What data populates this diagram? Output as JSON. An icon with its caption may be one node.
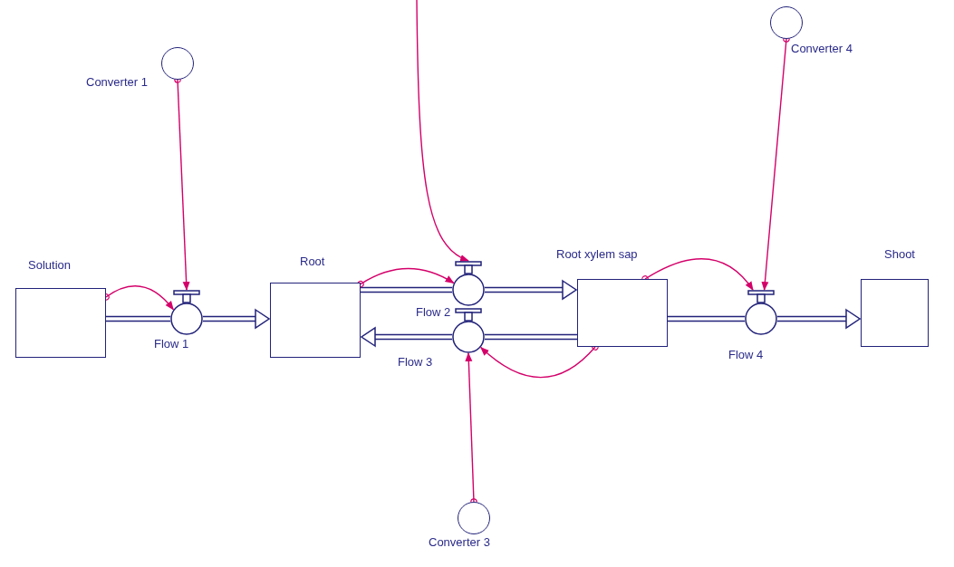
{
  "diagram": {
    "nodes": [
      {
        "text": [
          "Solution"
        ]
      },
      {
        "text": [
          "Root"
        ]
      },
      {
        "text": [
          "Root xylem sap"
        ]
      },
      {
        "text": [
          "Shoot"
        ]
      },
      {
        "text": [
          "Flow 1"
        ]
      },
      {
        "text": [
          "Flow 2"
        ]
      },
      {
        "text": [
          "Flow 3"
        ]
      },
      {
        "text": [
          "Flow 4"
        ]
      },
      {
        "text": [
          "Converter 1"
        ]
      },
      {
        "text": [
          "Converter 3"
        ]
      },
      {
        "text": [
          "Converter 4"
        ]
      }
    ],
    "edges": [
      {
        "from": 0,
        "to": 4,
        "arrow": "none"
      },
      {
        "from": 4,
        "to": 1,
        "arrow": "to"
      },
      {
        "from": 1,
        "to": 5,
        "arrow": "none"
      },
      {
        "from": 5,
        "to": 2,
        "arrow": "to"
      },
      {
        "from": 2,
        "to": 6,
        "arrow": "none"
      },
      {
        "from": 6,
        "to": 1,
        "arrow": "to"
      },
      {
        "from": 2,
        "to": 7,
        "arrow": "none"
      },
      {
        "from": 7,
        "to": 3,
        "arrow": "to"
      },
      {
        "from": 0,
        "to": 4,
        "arrow": "to",
        "color": "#d4006a"
      },
      {
        "from": 8,
        "to": 4,
        "arrow": "to",
        "color": "#d4006a"
      },
      {
        "from": 1,
        "to": 5,
        "arrow": "to",
        "color": "#d4006a"
      },
      {
        "from": null,
        "to": 5,
        "arrow": "to",
        "color": "#d4006a"
      },
      {
        "from": 2,
        "to": 6,
        "arrow": "to",
        "color": "#d4006a"
      },
      {
        "from": 9,
        "to": 6,
        "arrow": "to",
        "color": "#d4006a"
      },
      {
        "from": 2,
        "to": 7,
        "arrow": "to",
        "color": "#d4006a"
      },
      {
        "from": 10,
        "to": 7,
        "arrow": "to",
        "color": "#d4006a"
      }
    ]
  }
}
